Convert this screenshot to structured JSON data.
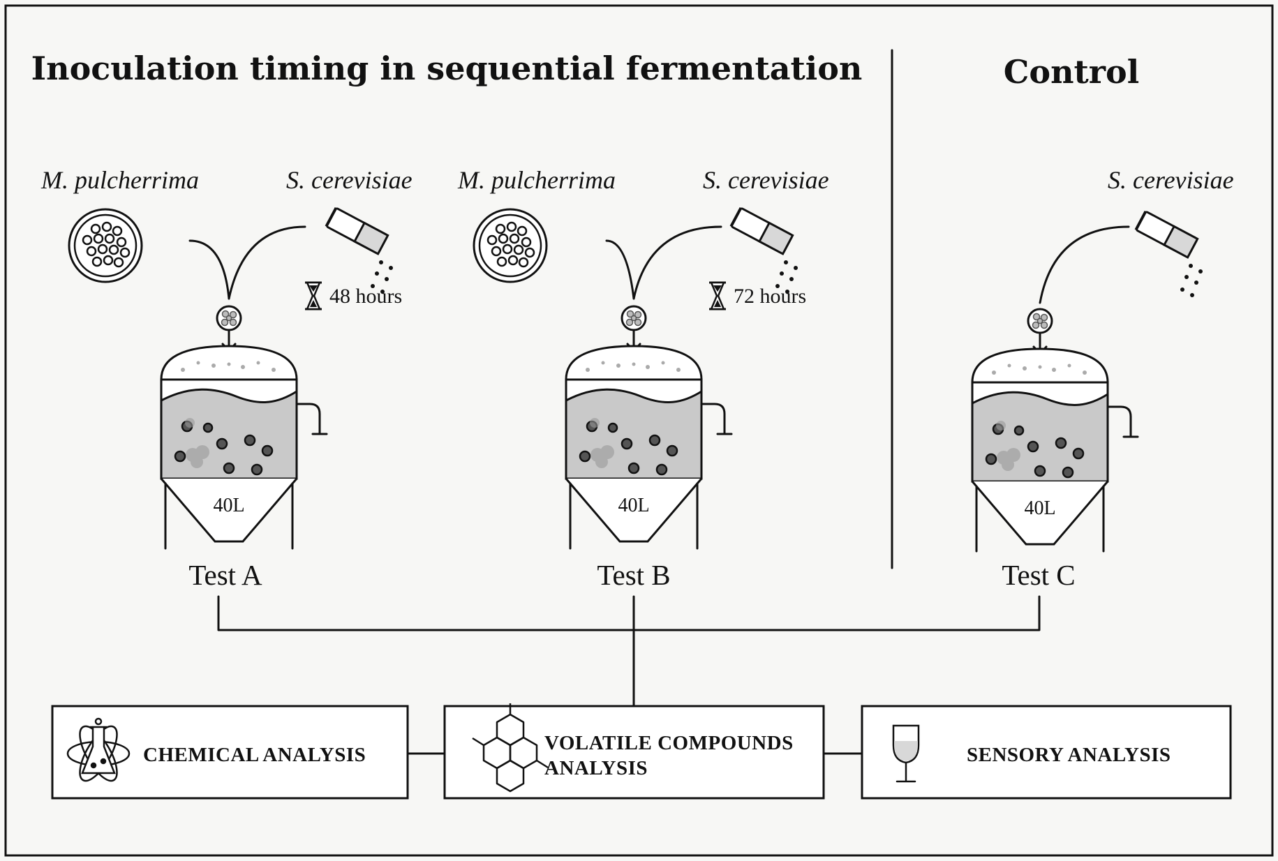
{
  "headers": {
    "main_title": "Inoculation timing in sequential fermentation",
    "control_title": "Control"
  },
  "organisms": {
    "m_pulcherrima": "M. pulcherrima",
    "s_cerevisiae": "S. cerevisiae"
  },
  "tests": [
    {
      "label": "Test A",
      "delay": "48 hours",
      "volume": "40L"
    },
    {
      "label": "Test B",
      "delay": "72 hours",
      "volume": "40L"
    },
    {
      "label": "Test C",
      "volume": "40L"
    }
  ],
  "analyses": [
    {
      "label": "CHEMICAL ANALYSIS",
      "icon": "chemistry-flask-icon"
    },
    {
      "label_line1": "VOLATILE COMPOUNDS",
      "label_line2": "ANALYSIS",
      "icon": "molecule-hexagon-icon"
    },
    {
      "label": "SENSORY ANALYSIS",
      "icon": "wine-glass-icon"
    }
  ],
  "colors": {
    "ink": "#111111",
    "background": "#f7f7f5",
    "liquid": "#c9c9c9",
    "foam": "#f2f2f2"
  }
}
